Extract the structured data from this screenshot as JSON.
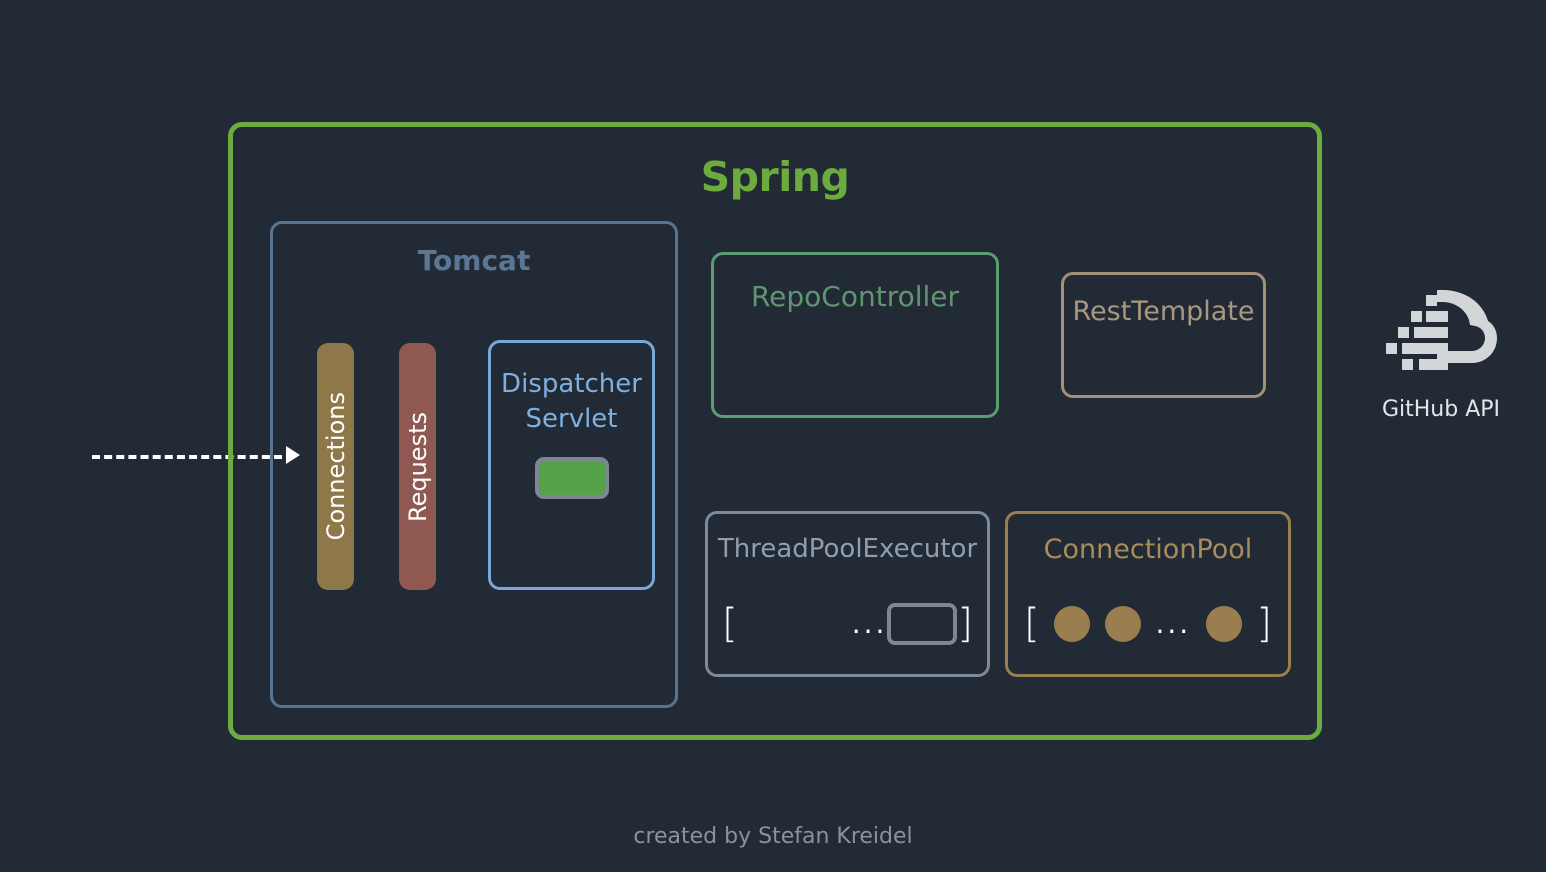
{
  "diagram": {
    "background_color": "#212a35",
    "spring": {
      "title": "Spring",
      "border_color": "#6cab3e",
      "tomcat": {
        "title": "Tomcat",
        "border_color": "#5a7490",
        "bars": [
          {
            "label": "Connections",
            "color": "#8e7748"
          },
          {
            "label": "Requests",
            "color": "#8f5850"
          }
        ],
        "dispatcher": {
          "title": "Dispatcher\nServlet",
          "title_line1": "Dispatcher",
          "title_line2": "Servlet",
          "border_color": "#7aa8d8",
          "chip_color": "#55a349",
          "chip_border_color": "#7e8794"
        }
      },
      "repo_controller": {
        "title": "RepoController",
        "border_color": "#5b9e72"
      },
      "rest_template": {
        "title": "RestTemplate",
        "border_color": "#a29078"
      },
      "thread_pool_executor": {
        "title": "ThreadPoolExecutor",
        "border_color": "#7c8a9c",
        "open_bracket": "[",
        "close_bracket": "]",
        "ellipsis": "...",
        "slot_border_color": "#7e8794",
        "slots_filled": 0
      },
      "connection_pool": {
        "title": "ConnectionPool",
        "border_color": "#9a7e50",
        "open_bracket": "[",
        "close_bracket": "]",
        "ellipsis": "...",
        "dot_color": "#9a7e50",
        "dots_count": 3
      }
    },
    "incoming_arrow": {
      "style": "dashed",
      "color": "#ffffff",
      "direction": "right"
    },
    "external": {
      "icon": "cloud-icon",
      "label": "GitHub API",
      "icon_color": "#d3d6d9"
    },
    "footer": {
      "credit": "created by Stefan Kreidel"
    }
  }
}
